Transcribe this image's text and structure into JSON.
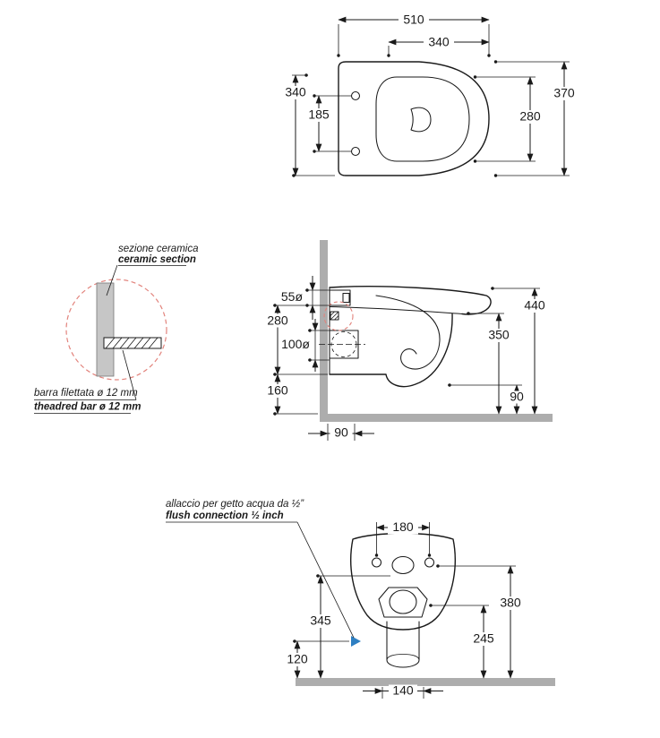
{
  "top_view": {
    "dim_length": "510",
    "dim_front": "340",
    "dim_side": "340",
    "dim_holes": "185",
    "dim_width": "370",
    "dim_bowl": "280"
  },
  "side_view": {
    "dim_inlet": "55ø",
    "dim_inlet_height": "280",
    "dim_outlet": "100ø",
    "dim_bottom": "160",
    "dim_total_height": "440",
    "dim_front_height": "350",
    "dim_underside": "90",
    "dim_wall_offset": "90",
    "detail_it": "sezione ceramica",
    "detail_en": "ceramic section",
    "bar_it": "barra filettata ø 12 mm",
    "bar_en": "theadred bar ø 12 mm"
  },
  "front_view": {
    "note_it": "allaccio per getto acqua da ½”",
    "note_en": "flush connection ½ inch",
    "dim_holes": "180",
    "dim_inlet_height": "345",
    "dim_connection_height": "120",
    "dim_holes_height": "380",
    "dim_flange_height": "245",
    "dim_outlet_width": "140"
  },
  "colors": {
    "line": "#1a1a1a",
    "wall": "#adadad",
    "ceramic": "#c6c6c6",
    "detail": "#e2837c",
    "blue": "#2e7fc2"
  }
}
